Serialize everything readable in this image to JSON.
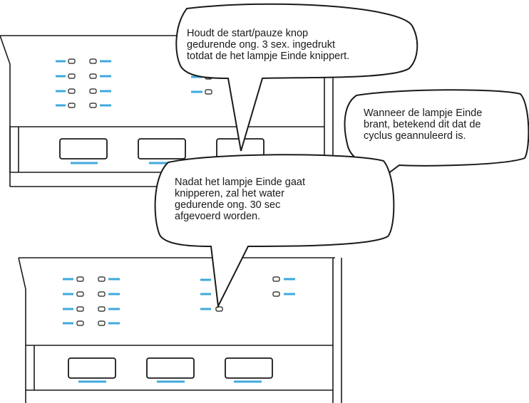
{
  "callouts": {
    "hold_start_pause": "Houdt de start/pauze knop\ngedurende ong. 3 sex. ingedrukt\ntotdat de het lampje Einde knippert.",
    "end_lit_cancelled": "Wanneer de lampje Einde\nbrant, betekend dit dat de\ncyclus geannuleerd is.",
    "end_flashing_drain": "Nadat het lampje Einde gaat\nknipperen, zal het water\ngedurende ong. 30 sec\nafgevoerd worden."
  },
  "colors": {
    "outline": "#1a1a1a",
    "indicator_blue": "#3fa9dc",
    "background": "#ffffff"
  }
}
